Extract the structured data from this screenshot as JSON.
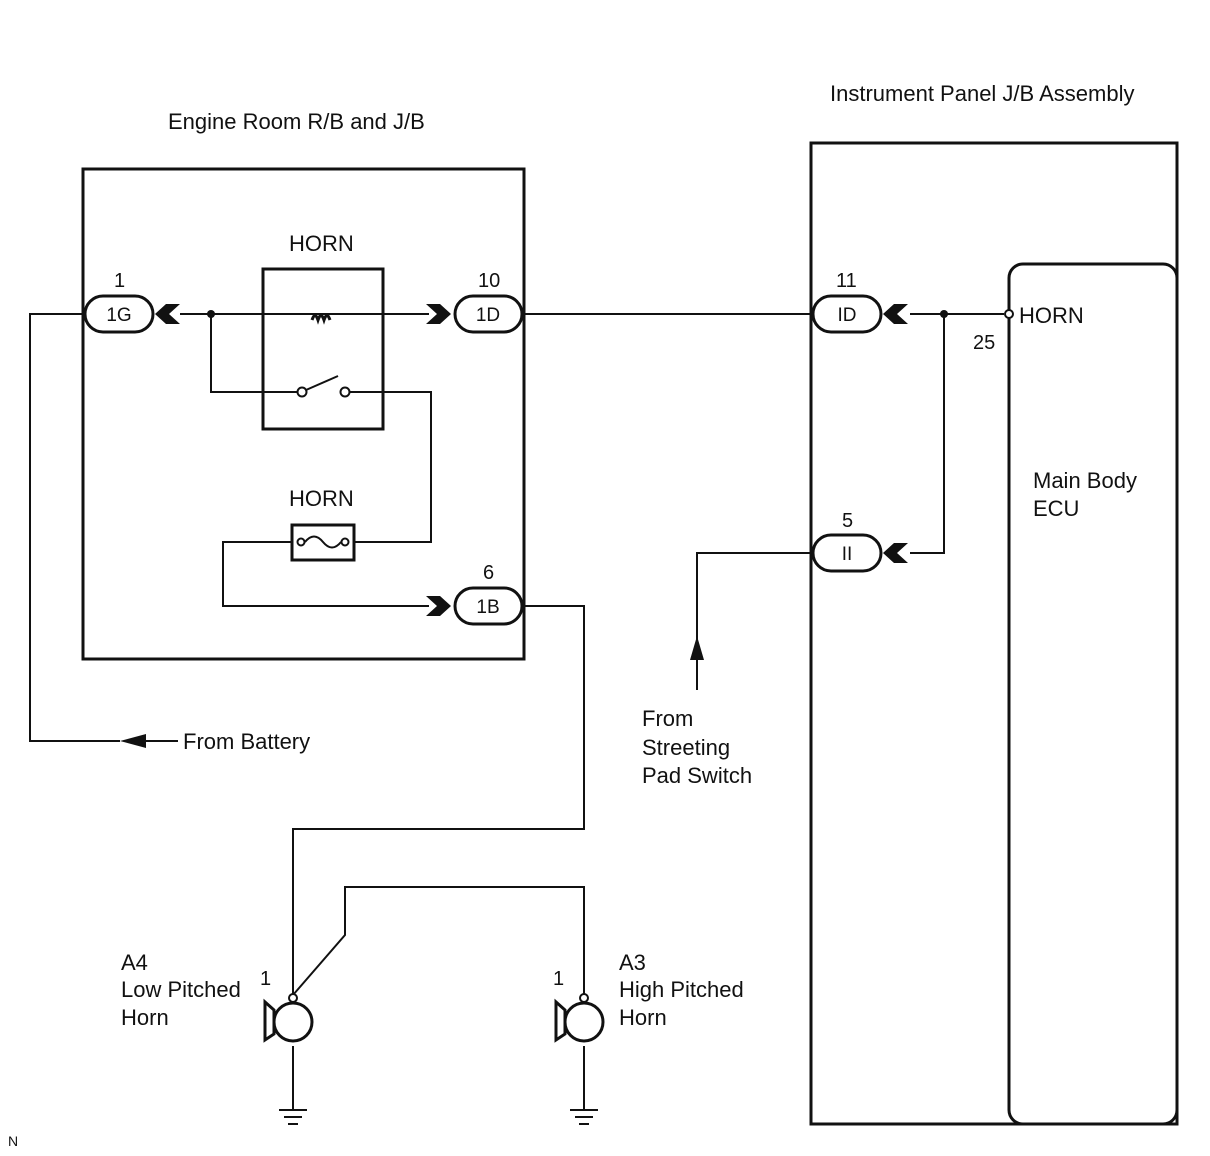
{
  "engine_box": {
    "title": "Engine Room R/B and J/B"
  },
  "ip_box": {
    "title": "Instrument Panel J/B Assembly"
  },
  "ecu": {
    "title_line1": "Main Body",
    "title_line2": "ECU",
    "terminal_label": "HORN",
    "terminal_pin": "25"
  },
  "relay": {
    "label": "HORN"
  },
  "fuse": {
    "label": "HORN"
  },
  "connectors": {
    "c1G": {
      "code": "1G",
      "pin": "1"
    },
    "c1D": {
      "code": "1D",
      "pin": "10"
    },
    "c1B": {
      "code": "1B",
      "pin": "6"
    },
    "cID": {
      "code": "ID",
      "pin": "11"
    },
    "cII": {
      "code": "II",
      "pin": "5"
    }
  },
  "annotations": {
    "from_battery": "From Battery",
    "steering_line1": "From",
    "steering_line2": "Streeting",
    "steering_line3": "Pad Switch"
  },
  "horn_low": {
    "code": "A4",
    "line1": "Low Pitched",
    "line2": "Horn",
    "pin": "1"
  },
  "horn_high": {
    "code": "A3",
    "line1": "High Pitched",
    "line2": "Horn",
    "pin": "1"
  },
  "corner_mark": "N"
}
